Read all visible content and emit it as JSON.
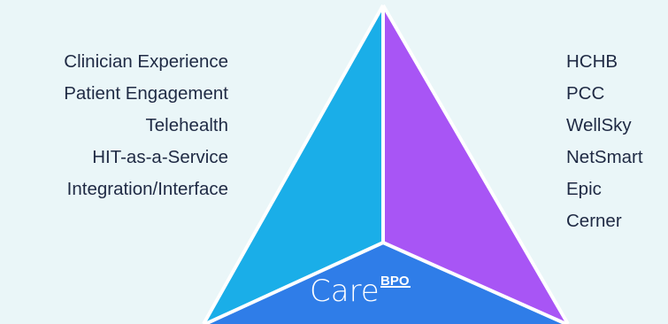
{
  "left_items": [
    "Clinician Experience",
    "Patient Engagement",
    "Telehealth",
    "HIT-as-a-Service",
    "Integration/Interface"
  ],
  "right_items": [
    "HCHB",
    "PCC",
    "WellSky",
    "NetSmart",
    "Epic",
    "Cerner"
  ],
  "logo": {
    "word": "Care",
    "superscript": "BPO"
  },
  "colors": {
    "background": "#eaf6f8",
    "left_facet": "#1aaee8",
    "right_facet": "#a855f5",
    "bottom_facet": "#2f7de8",
    "outline": "#ffffff",
    "text": "#1f2a44"
  }
}
